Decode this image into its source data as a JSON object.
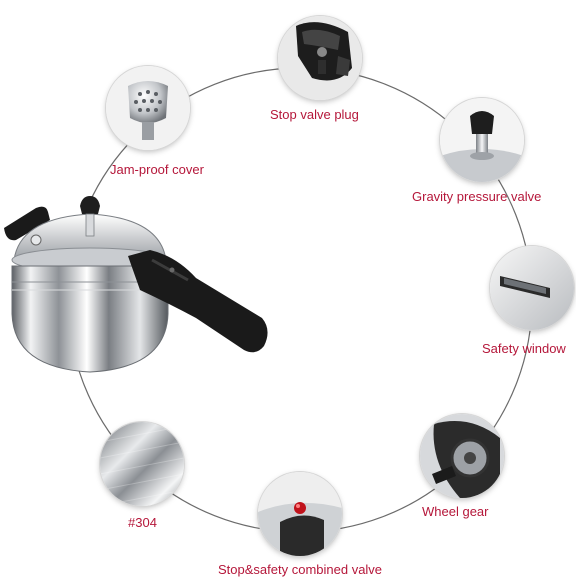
{
  "colors": {
    "label": "#b5173a",
    "ring": "#6b6b6b",
    "handle": "#1a1a1a",
    "steel": "#c9ccd0"
  },
  "features": [
    {
      "key": "stop-valve-plug",
      "label": "Stop valve plug",
      "icon": "stop-valve-plug-icon"
    },
    {
      "key": "jam-proof-cover",
      "label": "Jam-proof cover",
      "icon": "jam-proof-cover-icon"
    },
    {
      "key": "gravity-pressure-valve",
      "label": "Gravity pressure valve",
      "icon": "gravity-pressure-valve-icon"
    },
    {
      "key": "safety-window",
      "label": "Safety window",
      "icon": "safety-window-icon"
    },
    {
      "key": "wheel-gear",
      "label": "Wheel gear",
      "icon": "wheel-gear-icon"
    },
    {
      "key": "steel-grade",
      "label": "#304",
      "icon": "brushed-steel-icon"
    },
    {
      "key": "stop-safety-combined-valve",
      "label": "Stop&safety combined valve",
      "icon": "combined-valve-icon"
    }
  ],
  "product": {
    "icon": "pressure-cooker-icon"
  }
}
